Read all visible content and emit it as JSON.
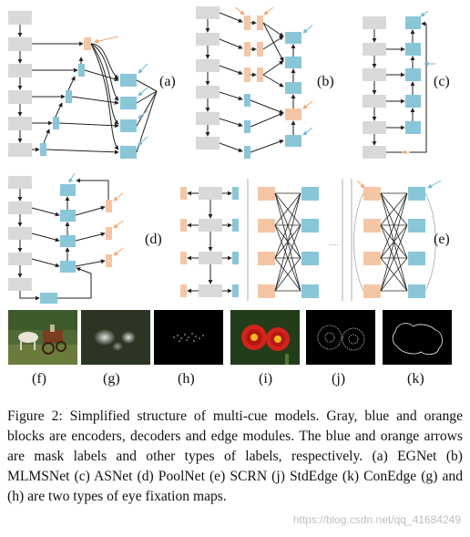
{
  "panel_labels": {
    "a": "(a)",
    "b": "(b)",
    "c": "(c)",
    "d": "(d)",
    "e": "(e)",
    "f": "(f)",
    "g": "(g)",
    "h": "(h)",
    "i": "(i)",
    "j": "(j)",
    "k": "(k)"
  },
  "colors": {
    "encoder": "#d9d9d9",
    "decoder": "#89c6d8",
    "edge": "#f5c6a5",
    "mask_arrow": "#6fb7d8",
    "label_arrow": "#f4a56b"
  },
  "caption": "Figure 2: Simplified structure of multi-cue models. Gray, blue and orange blocks are encoders, decoders and edge modules. The blue and orange arrows are mask labels and other types of labels, respectively. (a) EGNet (b) MLMSNet (c) ASNet (d) PoolNet (e) SCRN (j) StdEdge (k) ConEdge (g) and (h) are two types of eye fixation maps.",
  "watermark": "https://blog.csdn.net/qq_41684249",
  "ellipsis": "....",
  "photos": [
    {
      "id": "f",
      "kind": "horse-carriage-photo"
    },
    {
      "id": "g",
      "kind": "fixation-map-blur"
    },
    {
      "id": "h",
      "kind": "fixation-map-dots"
    },
    {
      "id": "i",
      "kind": "red-flowers-photo"
    },
    {
      "id": "j",
      "kind": "flower-edge-map"
    },
    {
      "id": "k",
      "kind": "flower-contour-map"
    }
  ]
}
